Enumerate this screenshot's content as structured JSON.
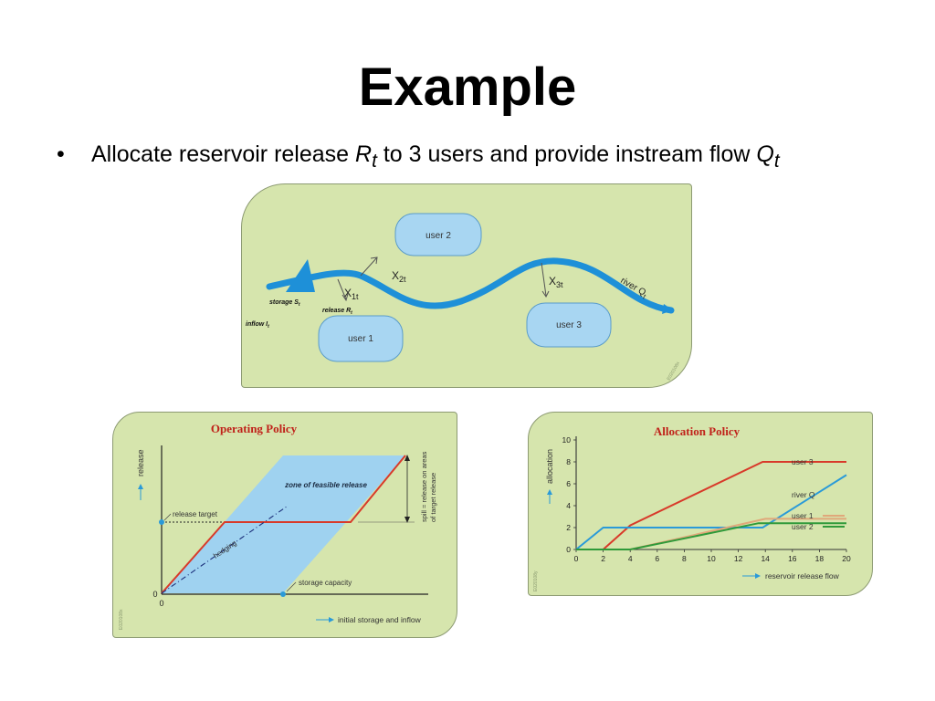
{
  "slide": {
    "title": "Example",
    "bullet": {
      "text_before": "Allocate reservoir release ",
      "r_symbol": "R",
      "r_sub": "t",
      "text_middle": " to 3 users and provide instream flow ",
      "q_symbol": "Q",
      "q_sub": "t"
    }
  },
  "schematic": {
    "user1": "user 1",
    "user2": "user 2",
    "user3": "user 3",
    "x1_label": "X",
    "x1_sub": "1t",
    "x2_label": "X",
    "x2_sub": "2t",
    "x3_label": "X",
    "x3_sub": "3t",
    "river_label": "river Q",
    "river_sub": "t",
    "storage_label": "storage S",
    "storage_sub": "t",
    "release_label": "release R",
    "release_sub": "t",
    "inflow_label": "inflow I",
    "inflow_sub": "t",
    "credit": "E020108x",
    "colors": {
      "river": "#1e90d8",
      "box_fill": "#a8d6f2",
      "box_stroke": "#5a9cc9",
      "panel": "#d6e5ad"
    }
  },
  "chart_data": [
    {
      "type": "line",
      "title": "Operating Policy",
      "xlabel": "initial storage and inflow",
      "ylabel": "release",
      "x_tick_labels": [
        "0"
      ],
      "y_tick_labels": [
        "0"
      ],
      "annotations": {
        "zone": "zone of feasible release",
        "release_target": "release target",
        "hedging": "hedging",
        "storage_capacity": "storage capacity",
        "spill_line1": "spill = release on areas",
        "spill_line2": "of target release"
      },
      "credit": "E020108x",
      "colors": {
        "zone_fill": "#9fd2f0",
        "policy": "#d83a2a",
        "hedging": "#1b2f7a",
        "title": "#c0221a"
      }
    },
    {
      "type": "line",
      "title": "Allocation Policy",
      "xlabel": "reservoir release flow",
      "ylabel": "allocation",
      "xlim": [
        0,
        20
      ],
      "ylim": [
        0,
        10
      ],
      "x_ticks": [
        0,
        2,
        4,
        6,
        8,
        10,
        12,
        14,
        16,
        18,
        20
      ],
      "y_ticks": [
        0,
        2,
        4,
        6,
        8,
        10
      ],
      "series": [
        {
          "name": "user 3",
          "color": "#d83a2a",
          "x": [
            0,
            2,
            4,
            13.8,
            20
          ],
          "y": [
            0,
            0,
            2.2,
            8,
            8
          ]
        },
        {
          "name": "river Q",
          "color": "#2a9ad8",
          "x": [
            0,
            2,
            13.8,
            20
          ],
          "y": [
            0,
            2,
            2,
            6.8
          ]
        },
        {
          "name": "user 1",
          "color": "#e0a87a",
          "x": [
            0,
            4,
            14,
            20
          ],
          "y": [
            0,
            0,
            2.8,
            2.8
          ]
        },
        {
          "name": "user 2",
          "color": "#2f9a3a",
          "x": [
            0,
            4,
            13.5,
            20
          ],
          "y": [
            0,
            0,
            2.4,
            2.4
          ]
        }
      ],
      "credit": "E020108y",
      "colors": {
        "title": "#c0221a",
        "axis": "#333333"
      }
    }
  ]
}
